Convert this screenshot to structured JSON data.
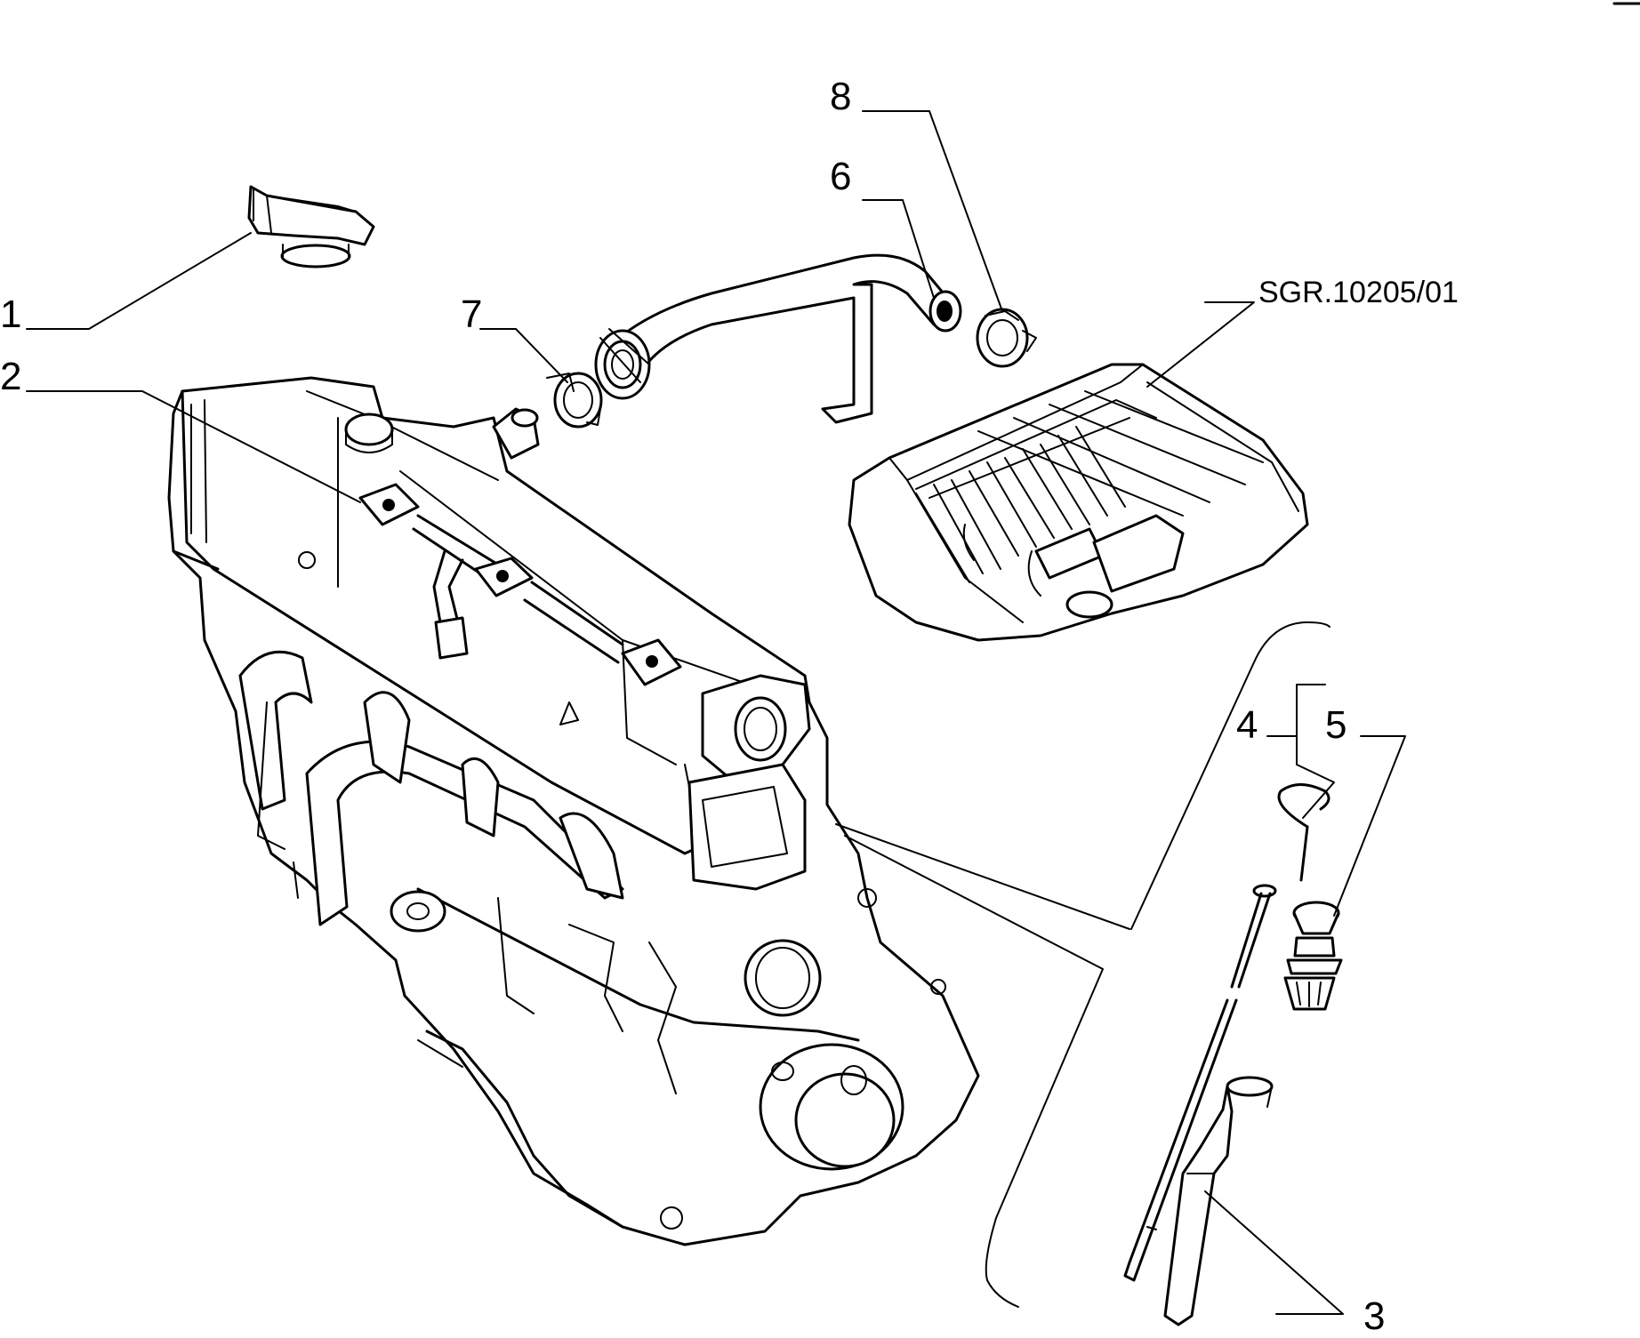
{
  "drawing": {
    "reference_code": "SGR.10205/01",
    "callouts": [
      {
        "id": "1",
        "label": "1",
        "part": "filler cap"
      },
      {
        "id": "2",
        "label": "2",
        "part": "breather hose assembly"
      },
      {
        "id": "3",
        "label": "3",
        "part": "dipstick guide tube"
      },
      {
        "id": "4",
        "label": "4",
        "part": "dipstick"
      },
      {
        "id": "5",
        "label": "5",
        "part": "oil filler plug"
      },
      {
        "id": "6",
        "label": "6",
        "part": "breather hose"
      },
      {
        "id": "7",
        "label": "7",
        "part": "hose clamp"
      },
      {
        "id": "8",
        "label": "8",
        "part": "hose clamp"
      }
    ]
  }
}
